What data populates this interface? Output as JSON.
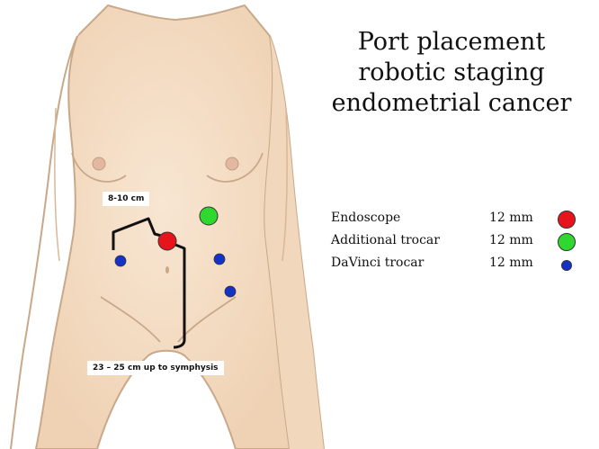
{
  "title": {
    "line1": "Port placement",
    "line2": "robotic staging",
    "line3": "endometrial cancer"
  },
  "annotations": {
    "distance_top": "8-10 cm",
    "distance_bottom": "23 – 25 cm up to symphysis"
  },
  "legend": [
    {
      "label": "Endoscope",
      "size": "12 mm",
      "color": "#e8141c"
    },
    {
      "label": "Additional trocar",
      "size": "12 mm",
      "color": "#2fd82f"
    },
    {
      "label": "DaVinci trocar",
      "size": "12 mm",
      "color": "#1431c8"
    }
  ],
  "colors": {
    "skin": "#f4dcc2",
    "skin_outline": "#c9a88a",
    "endoscope": "#e8141c",
    "additional": "#2fd82f",
    "davinci": "#1431c8"
  }
}
